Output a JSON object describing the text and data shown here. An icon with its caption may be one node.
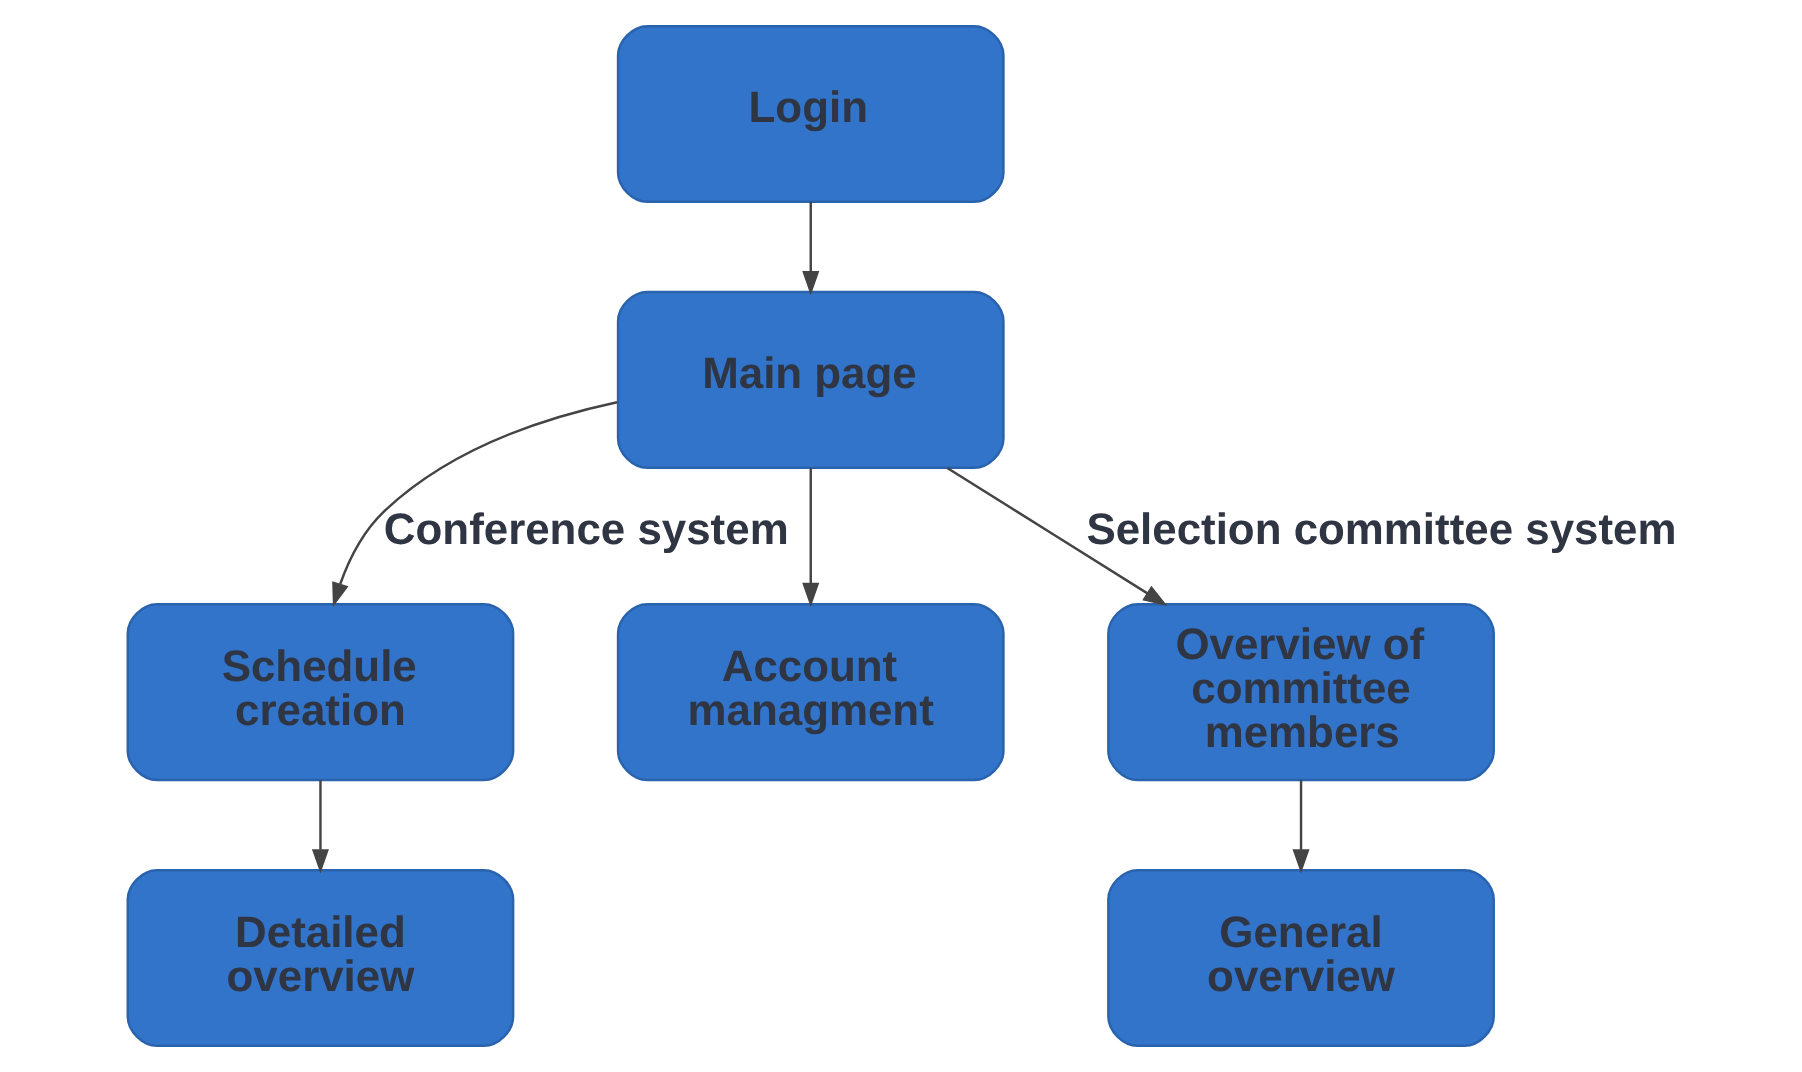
{
  "diagram": {
    "nodes": [
      {
        "text": [
          "Login"
        ]
      },
      {
        "text": [
          "Main page"
        ]
      },
      {
        "text": [
          "Schedule creation"
        ]
      },
      {
        "text": [
          "Account managment"
        ]
      },
      {
        "text": [
          "Overview of committee members"
        ]
      },
      {
        "text": [
          "Detailed overview"
        ]
      },
      {
        "text": [
          "General overview"
        ]
      }
    ],
    "edges": [
      {
        "from": 0,
        "to": 1,
        "arrow": "to"
      },
      {
        "from": 1,
        "to": 2,
        "arrow": "to",
        "label": "Conference system"
      },
      {
        "from": 1,
        "to": 3,
        "arrow": "to"
      },
      {
        "from": 1,
        "to": 4,
        "arrow": "to",
        "label": "Selection committee system"
      },
      {
        "from": 2,
        "to": 5,
        "arrow": "to"
      },
      {
        "from": 4,
        "to": 6,
        "arrow": "to"
      }
    ]
  }
}
